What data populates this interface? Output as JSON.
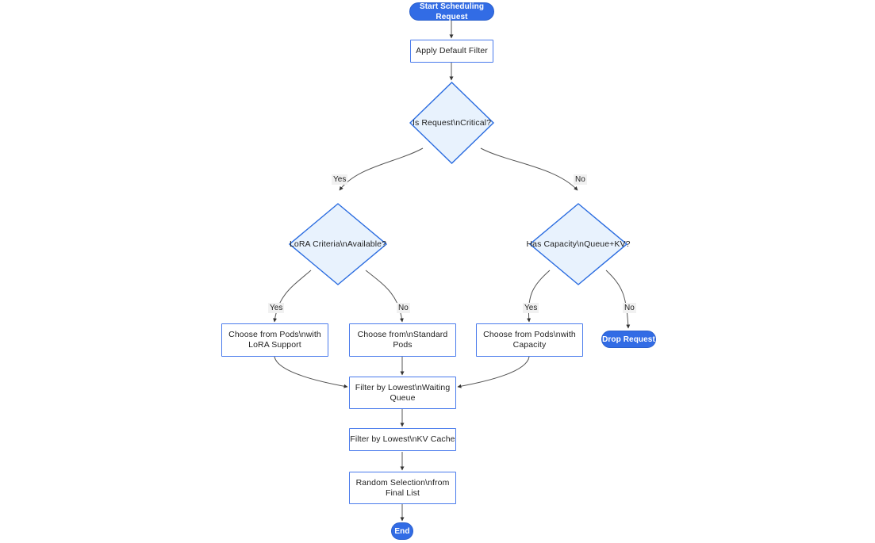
{
  "diagram": {
    "type": "flowchart",
    "direction": "top-down",
    "title": "Scheduling Request Flowchart",
    "colors": {
      "terminal_fill": "#326ce5",
      "terminal_text": "#ffffff",
      "process_border": "#4a7bec",
      "process_fill": "#ffffff",
      "decision_fill": "#e8f2fd",
      "decision_border": "#2a6ce0",
      "edge_stroke": "#555555",
      "edge_label_bg": "#f1f1f1",
      "text": "#1f1f1f",
      "background": "#ffffff"
    },
    "nodes": [
      {
        "id": "start",
        "shape": "terminal",
        "label": "Start Scheduling Request"
      },
      {
        "id": "apply_filter",
        "shape": "process",
        "label": "Apply Default Filter"
      },
      {
        "id": "is_critical",
        "shape": "decision",
        "label": "Is Request\\nCritical?"
      },
      {
        "id": "lora_criteria",
        "shape": "decision",
        "label": "LoRA Criteria\\nAvailable?"
      },
      {
        "id": "has_capacity",
        "shape": "decision",
        "label": "Has Capacity\\nQueue+KV?"
      },
      {
        "id": "choose_lora",
        "shape": "process",
        "label": "Choose from Pods\\nwith\nLoRA Support"
      },
      {
        "id": "choose_standard",
        "shape": "process",
        "label": "Choose from\\nStandard\nPods"
      },
      {
        "id": "choose_capacity",
        "shape": "process",
        "label": "Choose from Pods\\nwith\nCapacity"
      },
      {
        "id": "drop_request",
        "shape": "terminal",
        "label": "Drop Request"
      },
      {
        "id": "filter_queue",
        "shape": "process",
        "label": "Filter by Lowest\\nWaiting\nQueue"
      },
      {
        "id": "filter_kv",
        "shape": "process",
        "label": "Filter by Lowest\\nKV Cache"
      },
      {
        "id": "random_select",
        "shape": "process",
        "label": "Random Selection\\nfrom\nFinal List"
      },
      {
        "id": "end",
        "shape": "terminal",
        "label": "End"
      }
    ],
    "edge_labels": {
      "critical_yes": "Yes",
      "critical_no": "No",
      "lora_yes": "Yes",
      "lora_no": "No",
      "capacity_yes": "Yes",
      "capacity_no": "No"
    }
  }
}
